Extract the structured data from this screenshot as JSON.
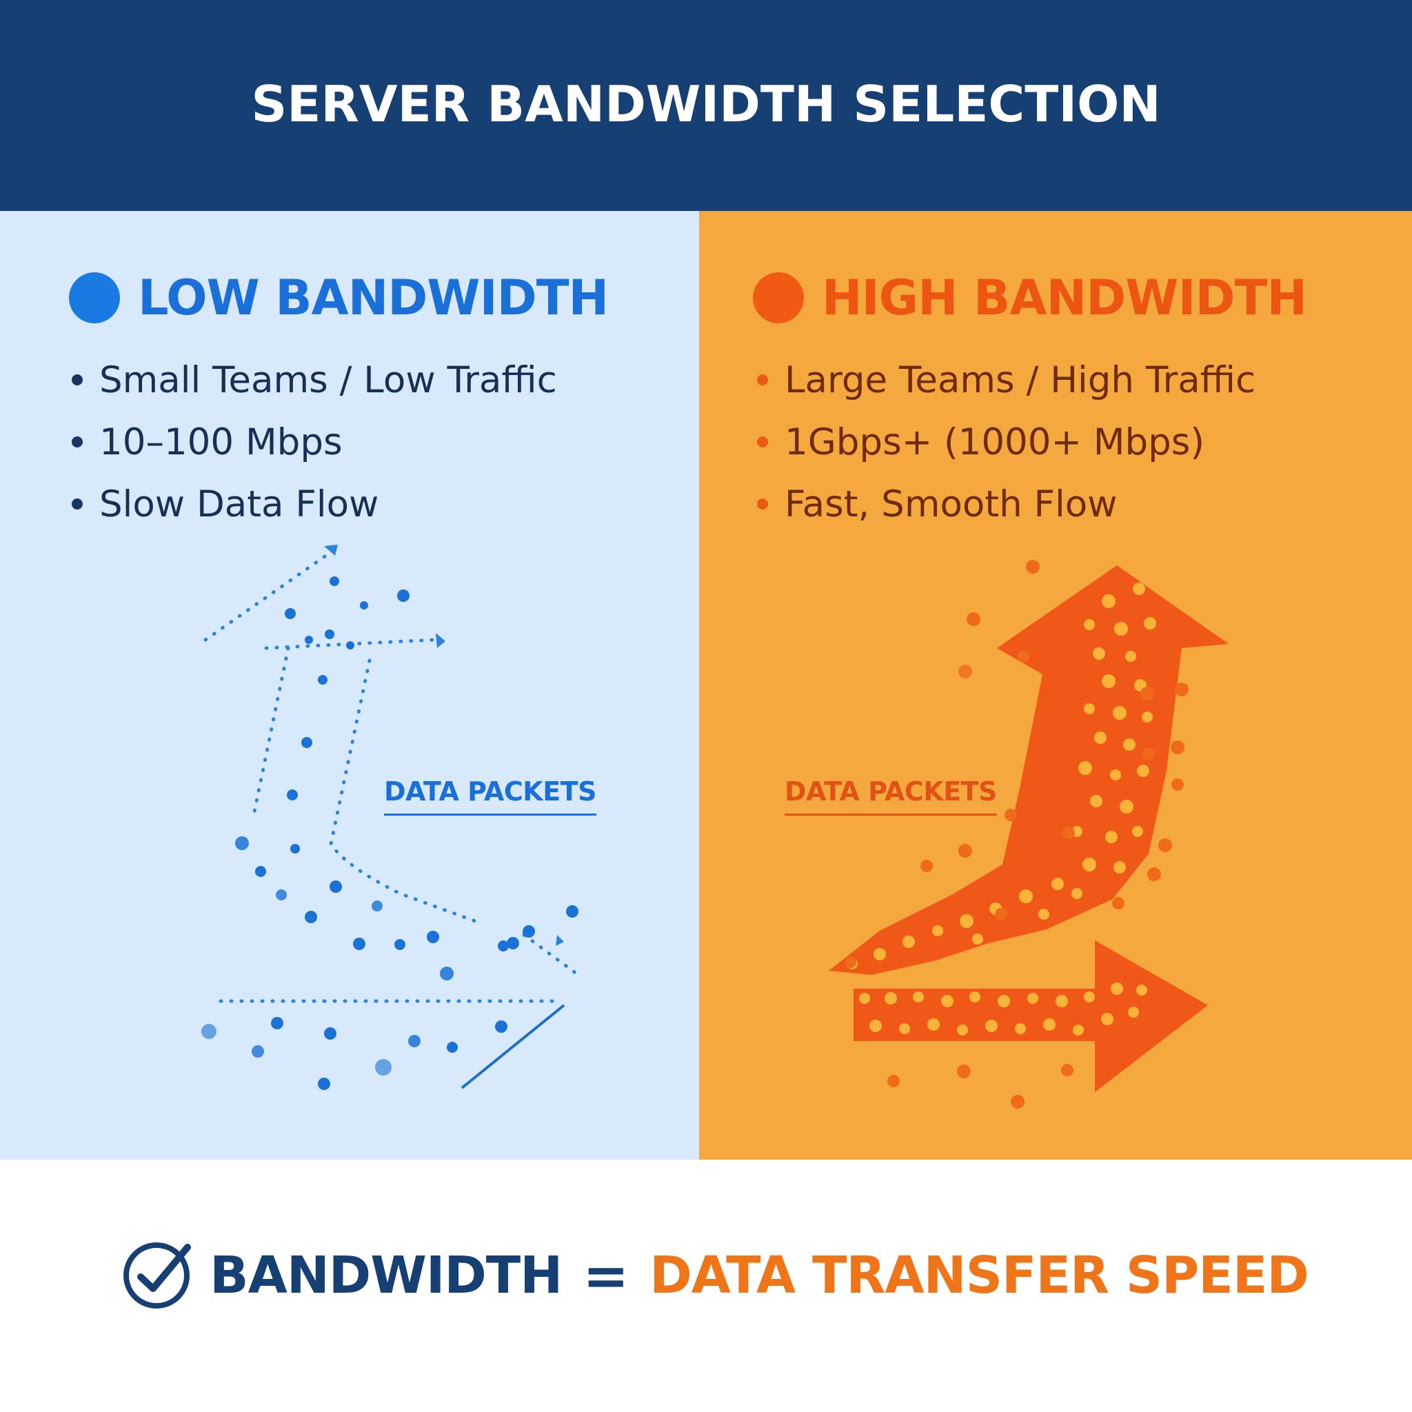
{
  "title": "SERVER BANDWIDTH SELECTION",
  "low": {
    "heading": "LOW BANDWIDTH",
    "bullets": [
      "Small Teams / Low Traffic",
      "10–100 Mbps",
      "Slow Data Flow"
    ],
    "packets_label": "DATA PACKETS",
    "icon": "sparse-dotted-arrows-illustration",
    "colors": {
      "accent": "#1a7ae4",
      "background": "#d7e9fa"
    }
  },
  "high": {
    "heading": "HIGH BANDWIDTH",
    "bullets": [
      "Large Teams / High Traffic",
      "1Gbps+ (1000+ Mbps)",
      "Fast, Smooth Flow"
    ],
    "packets_label": "DATA PACKETS",
    "icon": "dense-solid-arrows-illustration",
    "colors": {
      "accent": "#f05a14",
      "background": "#f5a83e"
    }
  },
  "footer": {
    "icon": "checkmark-circle-icon",
    "left": "BANDWIDTH",
    "equals": "=",
    "right": "DATA TRANSFER SPEED"
  },
  "colors": {
    "banner": "#163f73",
    "footer_accent": "#f07418"
  }
}
